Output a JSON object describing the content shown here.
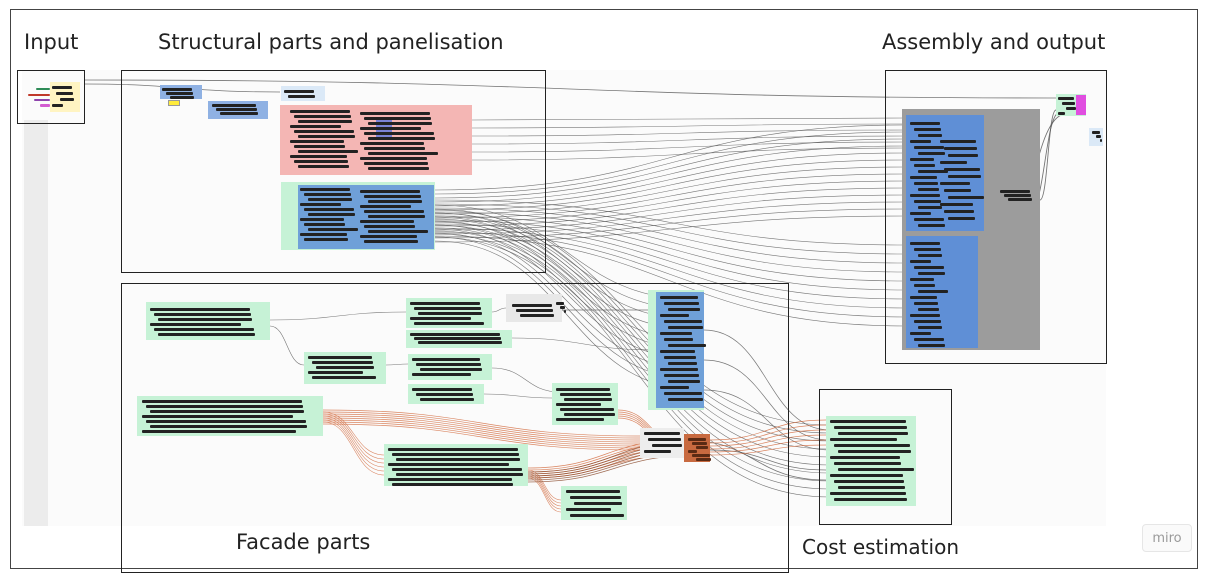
{
  "sections": {
    "input": "Input",
    "structural": "Structural parts and panelisation",
    "assembly": "Assembly and output",
    "facade": "Facade parts",
    "cost": "Cost estimation"
  },
  "watermark": "miro",
  "colors": {
    "red_group": "#f4b6b4",
    "blue_group": "#6f9fd8",
    "green_group": "#c6f2d6",
    "gray_group": "#9a9a9a",
    "wire_dark": "#555555",
    "wire_orange": "#d2693c"
  }
}
